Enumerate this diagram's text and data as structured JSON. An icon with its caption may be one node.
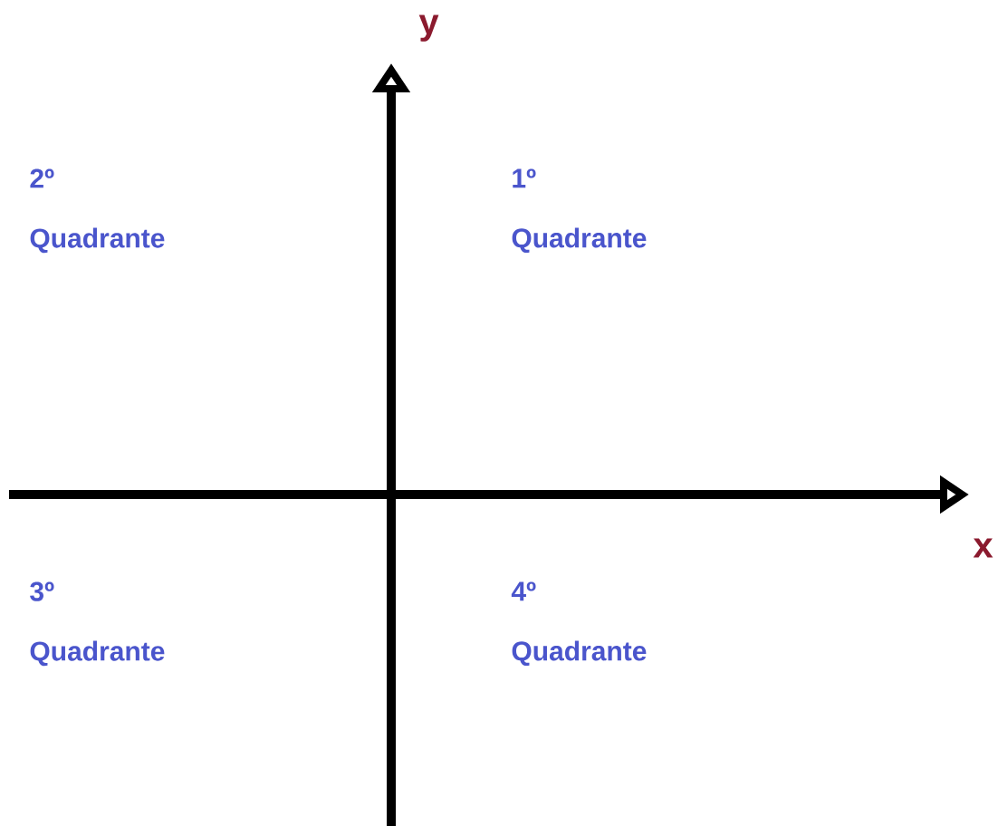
{
  "diagram": {
    "labels": [
      "y",
      "2º Quadrante",
      "1º Quadrante",
      "x",
      "3º Quadrante",
      "4º Quadrante"
    ]
  }
}
